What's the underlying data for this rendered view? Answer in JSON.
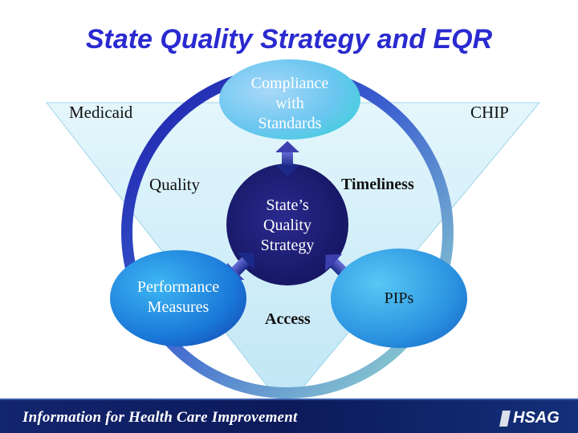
{
  "title": "State Quality Strategy and EQR",
  "corners": {
    "left": "Medicaid",
    "right": "CHIP"
  },
  "center": {
    "lines": [
      "State’s",
      "Quality",
      "Strategy"
    ]
  },
  "nodes": {
    "compliance": {
      "lines": [
        "Compliance",
        "with",
        "Standards"
      ]
    },
    "performance": {
      "lines": [
        "Performance",
        "Measures"
      ]
    },
    "pips": {
      "label": "PIPs"
    }
  },
  "ring_labels": {
    "quality": "Quality",
    "timeliness": "Timeliness",
    "access": "Access"
  },
  "footer": {
    "tagline": "Information for Health Care Improvement",
    "logo": "HSAG"
  },
  "colors": {
    "title": "#2a2ad0",
    "triangle": "#cdeef8",
    "center": "#1d1d7a",
    "footer": "#0d1f6e"
  }
}
